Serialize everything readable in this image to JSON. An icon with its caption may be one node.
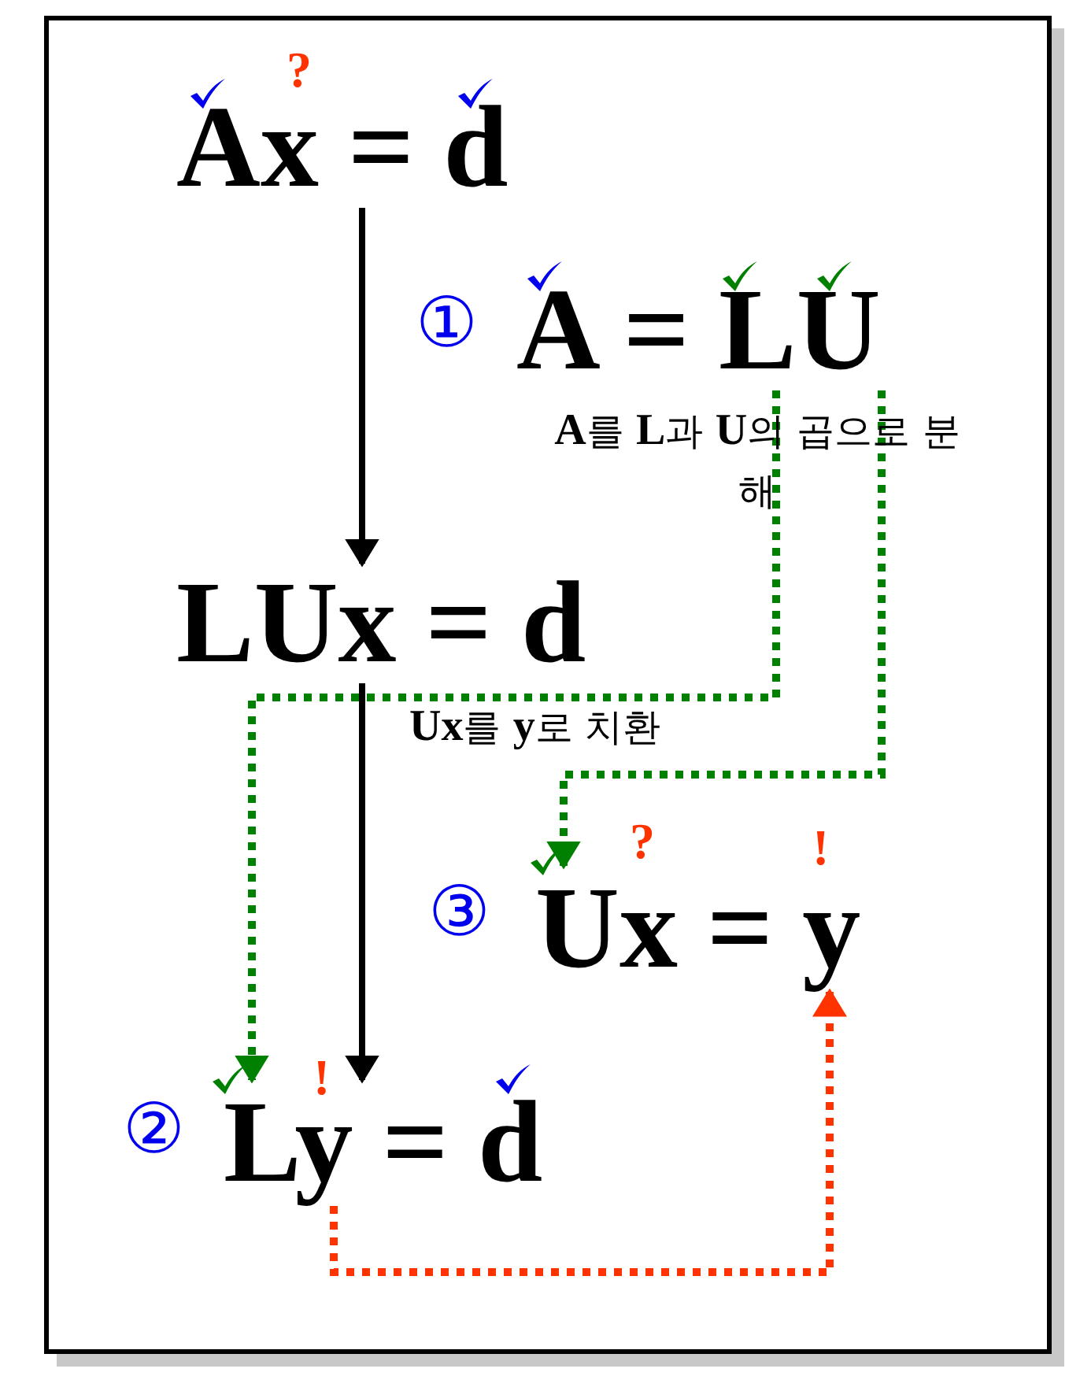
{
  "diagram": {
    "nodes": [
      {
        "text": [
          "Ax = d"
        ]
      },
      {
        "text": [
          "A = LU"
        ],
        "beside": [
          "①",
          "**A**를 **L**과 **U**의 곱으로 분해"
        ]
      },
      {
        "text": [
          "LUx = d"
        ]
      },
      {
        "text": [
          "Ux = y"
        ],
        "beside": [
          "③"
        ]
      },
      {
        "text": [
          "Ly = d"
        ],
        "beside": [
          "②"
        ]
      }
    ],
    "edges": [
      {
        "from": 0,
        "to": 2,
        "arrow": "to"
      },
      {
        "from": 2,
        "to": 4,
        "arrow": "to"
      },
      {
        "from": 1,
        "to": 4,
        "arrow": "to",
        "style": "dashed",
        "color": "#008000"
      },
      {
        "from": 1,
        "to": 3,
        "arrow": "to",
        "style": "dashed",
        "color": "#008000"
      },
      {
        "from": 4,
        "to": 3,
        "arrow": "to",
        "style": "dashed",
        "color": "#ff3300"
      }
    ],
    "labels": [
      "?",
      "**Ux**를 **y**로 치환",
      "?",
      "!",
      "!"
    ]
  }
}
